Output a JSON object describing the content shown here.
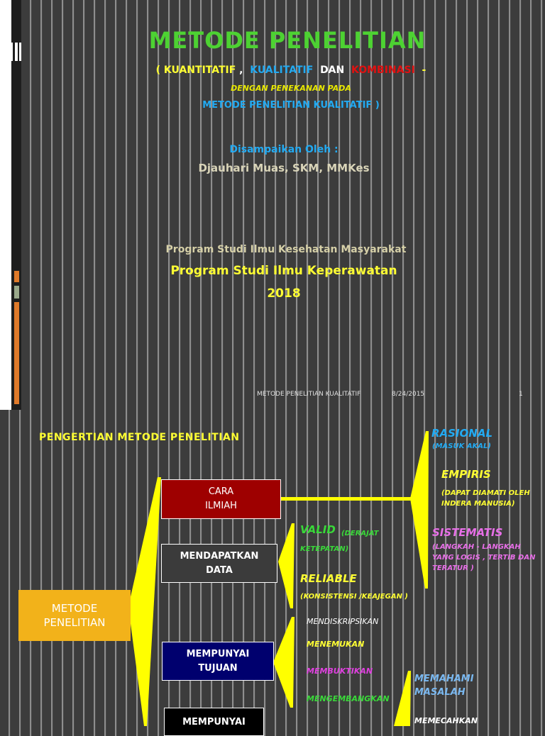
{
  "slide1": {
    "title": "METODE PENELITIAN",
    "subtitle": {
      "open": "( KUANTITATIF",
      "comma": " ,",
      "kualitatif": "KUALITATIF",
      "dan": "DAN",
      "kombinasi": "KOMBINASI",
      "dash": "-"
    },
    "emphasis_line": "DENGAN PENEKANAN PADA",
    "focus_line": "METODE PENELITIAN KUALITATIF )",
    "presented_by": "Disampaikan Oleh :",
    "presenter": "Djauhari Muas, SKM, MMKes",
    "program_1": "Program Studi Ilmu  Kesehatan  Masyarakat",
    "program_2": "Program Studi Ilmu Keperawatan",
    "year": "2018",
    "footer": {
      "title": "METODE PENELITIAN KUALITATIF",
      "date": "8/24/2015",
      "page": "1"
    }
  },
  "slide2": {
    "heading": "PENGERTIAN  METODE  PENELITIAN",
    "main_box": "METODE PENELITIAN",
    "boxes": {
      "cara_ilmiah": "CARA ILMIAH",
      "mendapatkan_data": "MENDAPATKAN DATA",
      "mempunyai_tujuan": "MEMPUNYAI TUJUAN",
      "mempunyai_kegunaan": "MEMPUNYAI"
    },
    "cara_ilmiah_items": {
      "rasional": "RASIONAL",
      "rasional_note": "(MASUK AKAL)",
      "empiris": "EMPIRIS",
      "empiris_note": "(DAPAT DIAMATI OLEH INDERA MANUSIA)",
      "sistematis": "SISTEMATIS",
      "sistematis_note": "(LANGKAH  - LANGKAH YANG  LOGIS , TERTIB DAN TERATUR )"
    },
    "data_items": {
      "valid": "VALID",
      "valid_note": "(DERAJAT KETEPATAN)",
      "reliable": "RELIABLE",
      "reliable_note": "(KONSISTENSI /KEAJEGAN )"
    },
    "tujuan_items": [
      "MENDISKRIPSIKAN",
      "MENEMUKAN",
      "MEMBUKTIKAN",
      "MENGEMBANGKAN"
    ],
    "kegunaan_items": [
      "MEMAHAMI MASALAH",
      "MEMECAHKAN"
    ]
  }
}
